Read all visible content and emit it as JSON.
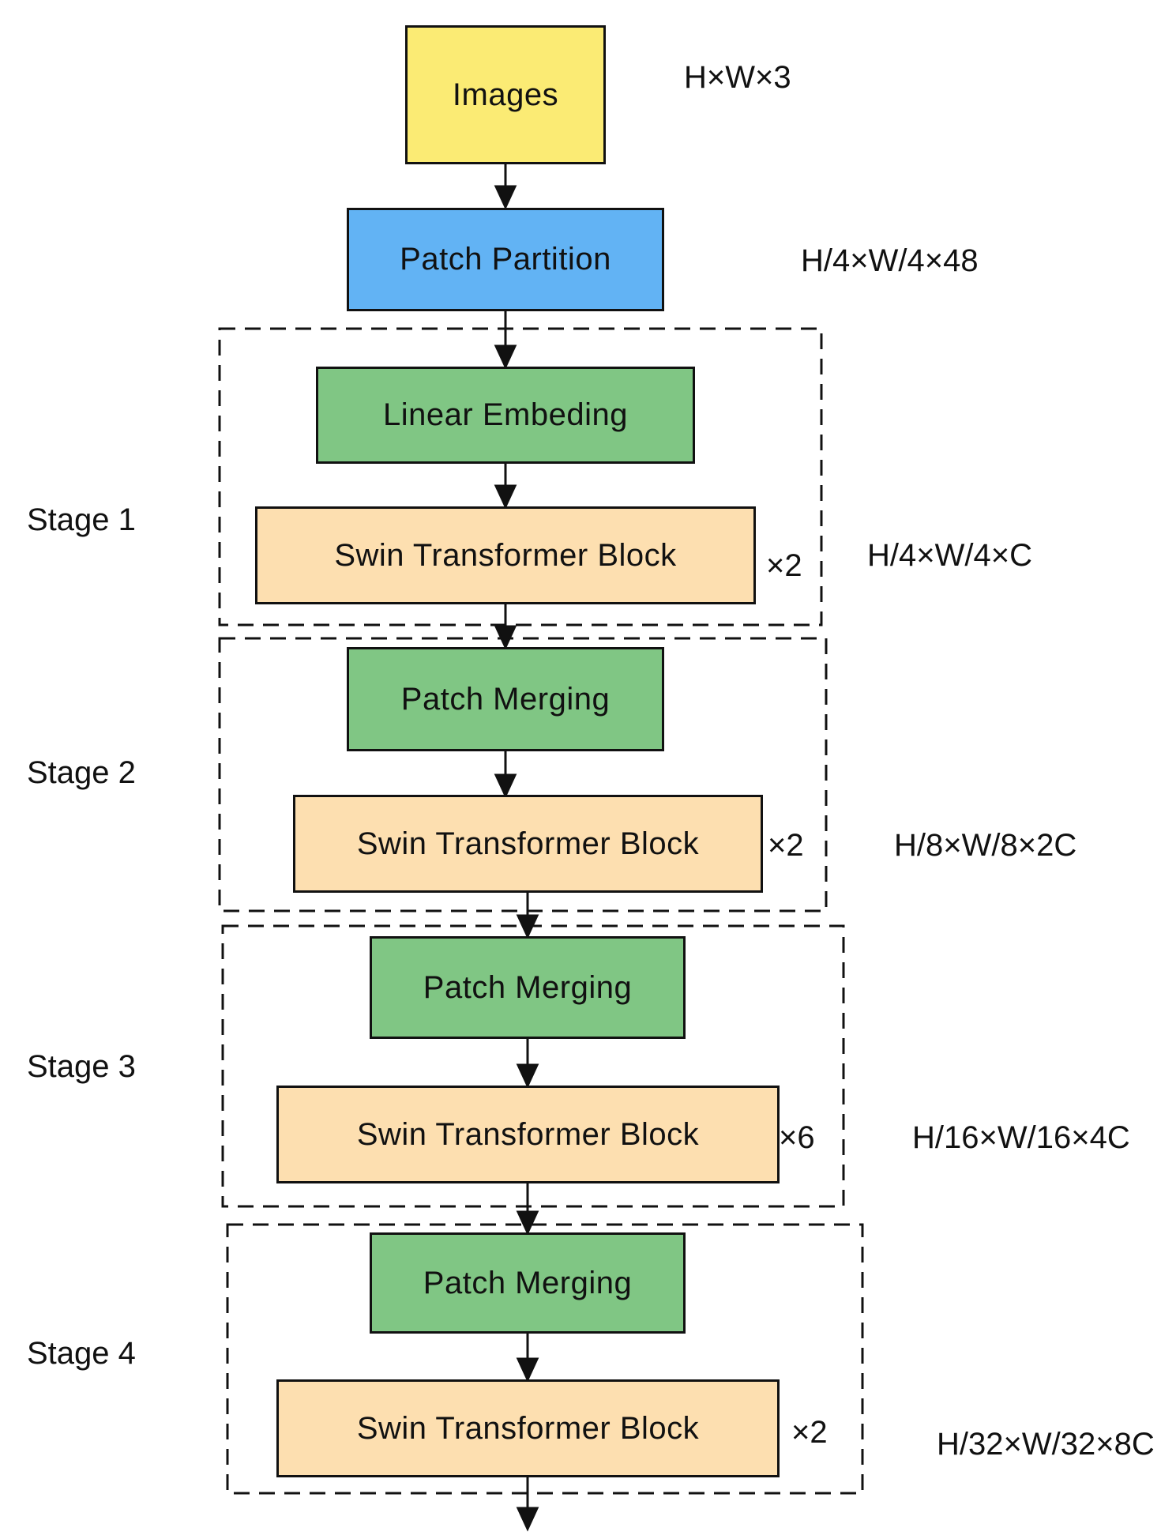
{
  "colors": {
    "images": "#fbeb74",
    "patch_partition": "#62b3f4",
    "green_block": "#80c684",
    "swin_block": "#fddfb0",
    "stroke": "#111111"
  },
  "input": {
    "images_label": "Images",
    "images_dim": "H×W×3",
    "patch_partition_label": "Patch Partition",
    "patch_partition_dim": "H/4×W/4×48"
  },
  "stages": [
    {
      "name": "Stage 1",
      "first_block": "Linear Embeding",
      "swin_block": "Swin Transformer Block",
      "repeat": "×2",
      "dim": "H/4×W/4×C"
    },
    {
      "name": "Stage 2",
      "first_block": "Patch Merging",
      "swin_block": "Swin Transformer Block",
      "repeat": "×2",
      "dim": "H/8×W/8×2C"
    },
    {
      "name": "Stage 3",
      "first_block": "Patch Merging",
      "swin_block": "Swin Transformer Block",
      "repeat": "×6",
      "dim": "H/16×W/16×4C"
    },
    {
      "name": "Stage 4",
      "first_block": "Patch Merging",
      "swin_block": "Swin Transformer Block",
      "repeat": "×2",
      "dim": "H/32×W/32×8C"
    }
  ]
}
